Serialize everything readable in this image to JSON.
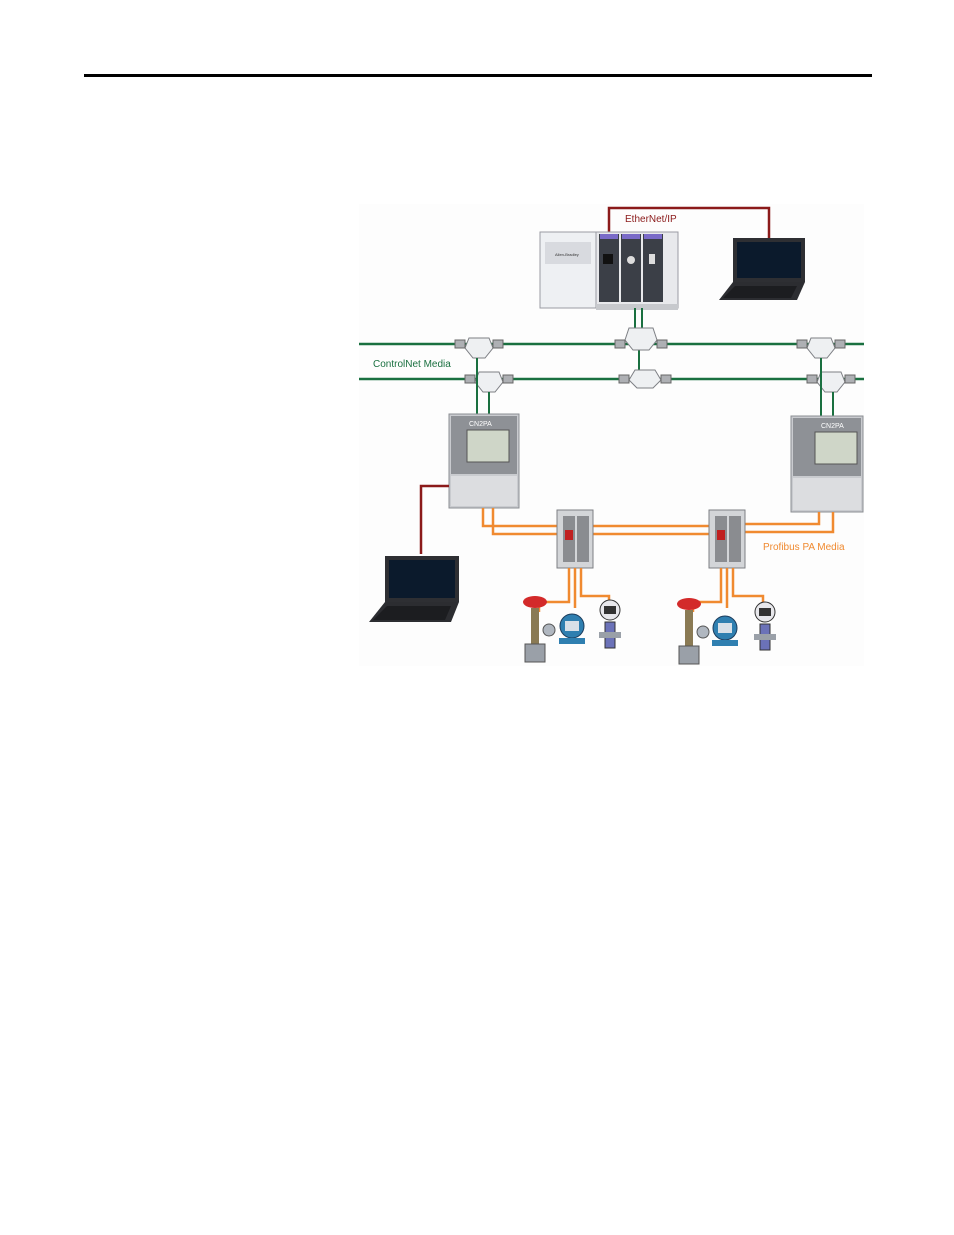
{
  "labels": {
    "ethernet": "EtherNet/IP",
    "controlnet": "ControlNet Media",
    "profibus": "Profibus PA  Media",
    "module_top_left": "CN2PA",
    "module_top_right": "CN2PA",
    "brand": "Allen-Bradley"
  },
  "colors": {
    "ethernet": "#8b1a1a",
    "controlnet": "#1a7040",
    "profibus": "#f08a30"
  }
}
